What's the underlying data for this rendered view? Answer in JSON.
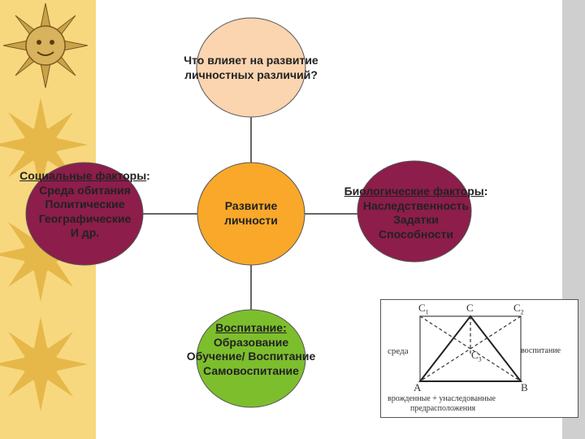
{
  "colors": {
    "strip": "#f7d87e",
    "sun": "#e6b84a",
    "top_node": "#fbd4b0",
    "center_node": "#f9a829",
    "side_node": "#8d1d4b",
    "bottom_node": "#7dbe2d"
  },
  "icons": [
    "sun-face-icon",
    "sun-icon"
  ],
  "diagram": {
    "top": {
      "line1": "Что влияет на развитие",
      "line2": "личностных различий?"
    },
    "center": {
      "line1": "Развитие",
      "line2": "личности"
    },
    "left": {
      "heading": "Социальные факторы",
      "colon": ":",
      "items": [
        "Среда обитания",
        "Политические",
        "Географические",
        "И др."
      ]
    },
    "right": {
      "heading": "Биологические факторы",
      "colon": ":",
      "items": [
        "Наследственность",
        "Задатки",
        "Способности"
      ]
    },
    "bottom": {
      "heading": "Воспитание:",
      "items": [
        "Образование",
        "Обучение/ Воспитание",
        "Самовоспитание"
      ]
    }
  },
  "inset": {
    "c1": "C",
    "c1_sub": "1",
    "c": "C",
    "c2": "C",
    "c2_sub": "2",
    "c3": "C",
    "c3_sub": "3",
    "a": "A",
    "b": "B",
    "left_label": "среда",
    "right_label": "воспитание",
    "bottom_line1": "врожденные + унаследованные",
    "bottom_line2": "предрасположения"
  }
}
